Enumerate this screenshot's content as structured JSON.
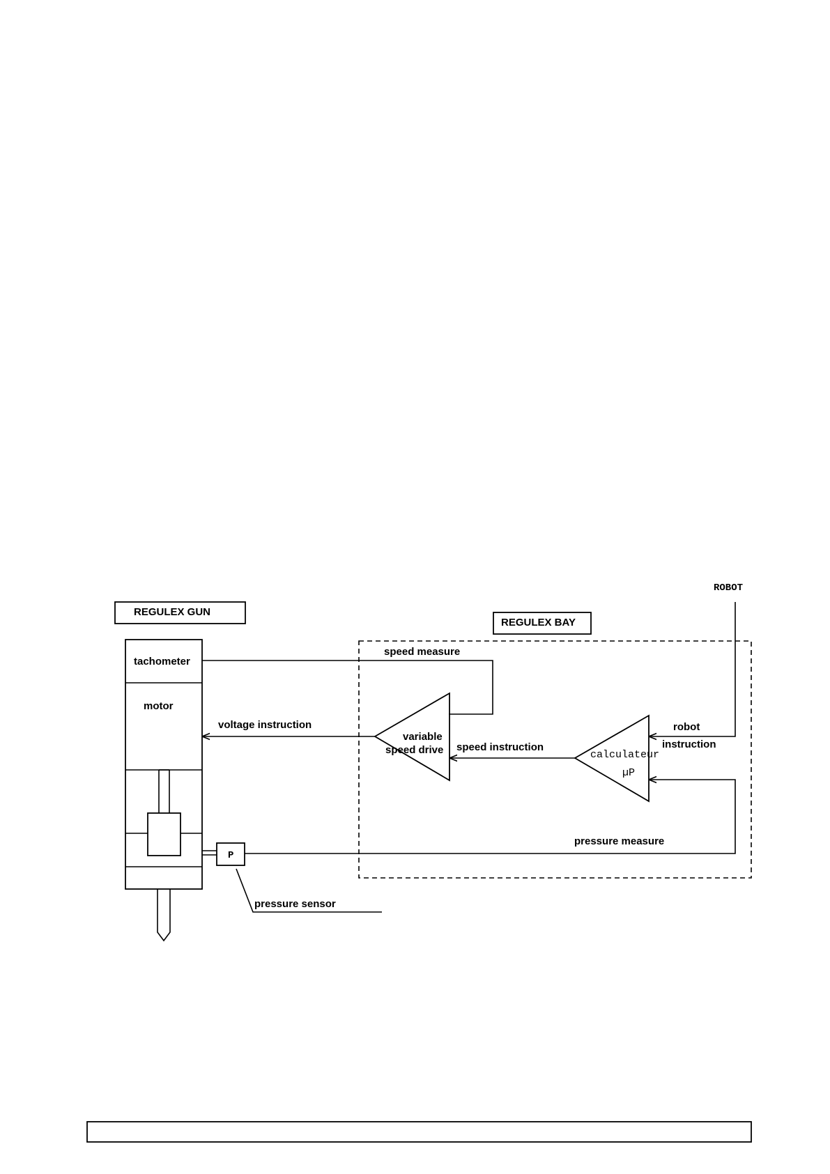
{
  "labels": {
    "regulex_gun": "REGULEX GUN",
    "regulex_bay": "REGULEX BAY",
    "robot": "ROBOT",
    "tachometer": "tachometer",
    "motor": "motor",
    "speed_measure": "speed measure",
    "voltage_instruction": "voltage instruction",
    "variable": "variable",
    "speed_drive": "speed drive",
    "speed_instruction": "speed instruction",
    "calculateur": "calculateur",
    "mu_p": "µP",
    "robot_instruction_line1": "robot",
    "robot_instruction_line2": "instruction",
    "pressure_measure": "pressure measure",
    "pressure_sensor_symbol": "P",
    "pressure_sensor": "pressure sensor"
  }
}
